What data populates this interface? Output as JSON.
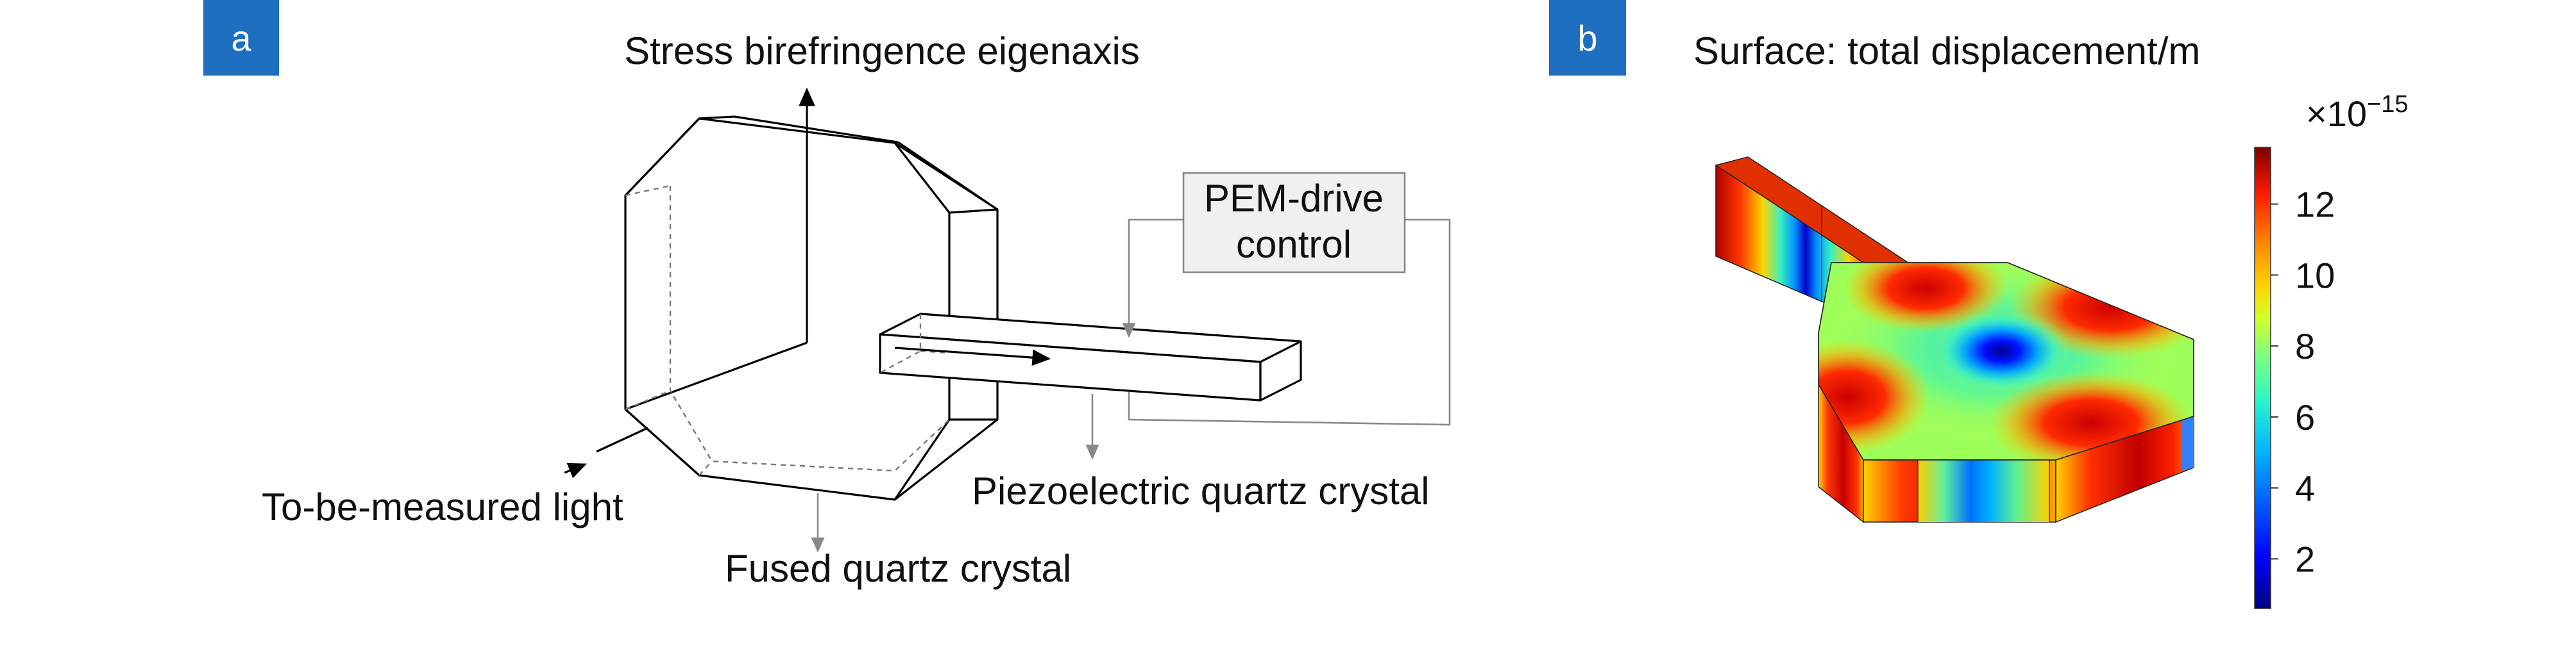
{
  "panels": {
    "a": {
      "badge": "a",
      "labels": {
        "eigenaxis": "Stress birefringence eigenaxis",
        "pem_line1": "PEM-drive",
        "pem_line2": "control",
        "light": "To-be-measured light",
        "piezo": "Piezoelectric quartz crystal",
        "fused": "Fused quartz crystal"
      }
    },
    "b": {
      "badge": "b",
      "title": "Surface: total displacement/m",
      "multiplier_base": "×10",
      "multiplier_exp": "−15",
      "colorbar_ticks": [
        "2",
        "4",
        "6",
        "8",
        "10",
        "12"
      ],
      "colorbar_tick_values": [
        2,
        4,
        6,
        8,
        10,
        12
      ],
      "colorbar_range": [
        0.6,
        13.6
      ],
      "colormap": [
        "#00007f",
        "#0000ff",
        "#00b4ff",
        "#2af5c8",
        "#7fff7f",
        "#d4ff2a",
        "#ffd400",
        "#ff7f00",
        "#ff1a00",
        "#7f0000"
      ]
    }
  }
}
